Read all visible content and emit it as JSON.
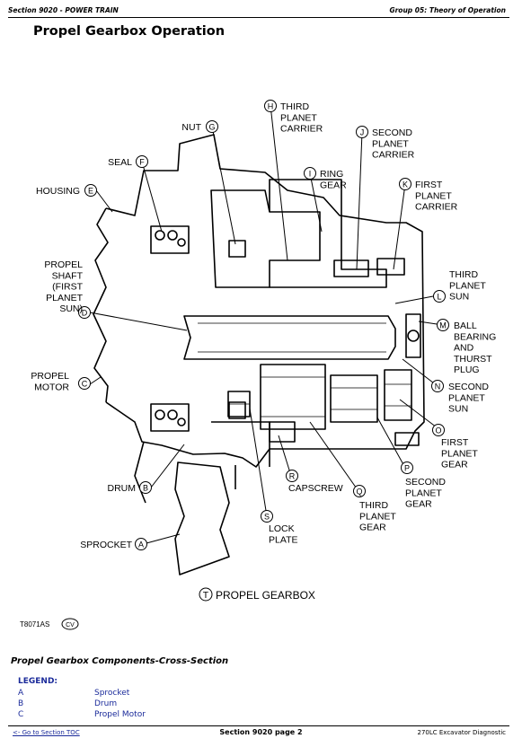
{
  "header": {
    "section": "Section 9020 - POWER TRAIN",
    "group": "Group 05: Theory of Operation"
  },
  "page_title": "Propel Gearbox Operation",
  "diagram": {
    "figure_id": "T8071AS",
    "figure_code": "CV",
    "caption_letter": "T",
    "caption_text": "PROPEL GEARBOX",
    "labels": {
      "A": [
        "SPROCKET"
      ],
      "B": [
        "DRUM"
      ],
      "C": [
        "PROPEL",
        "MOTOR"
      ],
      "D": [
        "PROPEL",
        "SHAFT",
        "(FIRST",
        "PLANET",
        "SUN)"
      ],
      "E": [
        "HOUSING"
      ],
      "F": [
        "SEAL"
      ],
      "G": [
        "NUT"
      ],
      "H": [
        "THIRD",
        "PLANET",
        "CARRIER"
      ],
      "I": [
        "RING",
        "GEAR"
      ],
      "J": [
        "SECOND",
        "PLANET",
        "CARRIER"
      ],
      "K": [
        "FIRST",
        "PLANET",
        "CARRIER"
      ],
      "L": [
        "THIRD",
        "PLANET",
        "SUN"
      ],
      "M": [
        "BALL",
        "BEARING",
        "AND",
        "THURST",
        "PLUG"
      ],
      "N": [
        "SECOND",
        "PLANET",
        "SUN"
      ],
      "O": [
        "FIRST",
        "PLANET",
        "GEAR"
      ],
      "P": [
        "SECOND",
        "PLANET",
        "GEAR"
      ],
      "Q": [
        "THIRD",
        "PLANET",
        "GEAR"
      ],
      "R": [
        "CAPSCREW"
      ],
      "S": [
        "LOCK",
        "PLATE"
      ]
    }
  },
  "caption": "Propel Gearbox Components-Cross-Section",
  "legend": {
    "title": "LEGEND:",
    "items": [
      {
        "key": "A",
        "value": "Sprocket"
      },
      {
        "key": "B",
        "value": "Drum"
      },
      {
        "key": "C",
        "value": "Propel Motor"
      }
    ]
  },
  "footer": {
    "toc_link": "<- Go to Section TOC",
    "page": "Section 9020 page 2",
    "doc": "270LC Excavator Diagnostic"
  }
}
